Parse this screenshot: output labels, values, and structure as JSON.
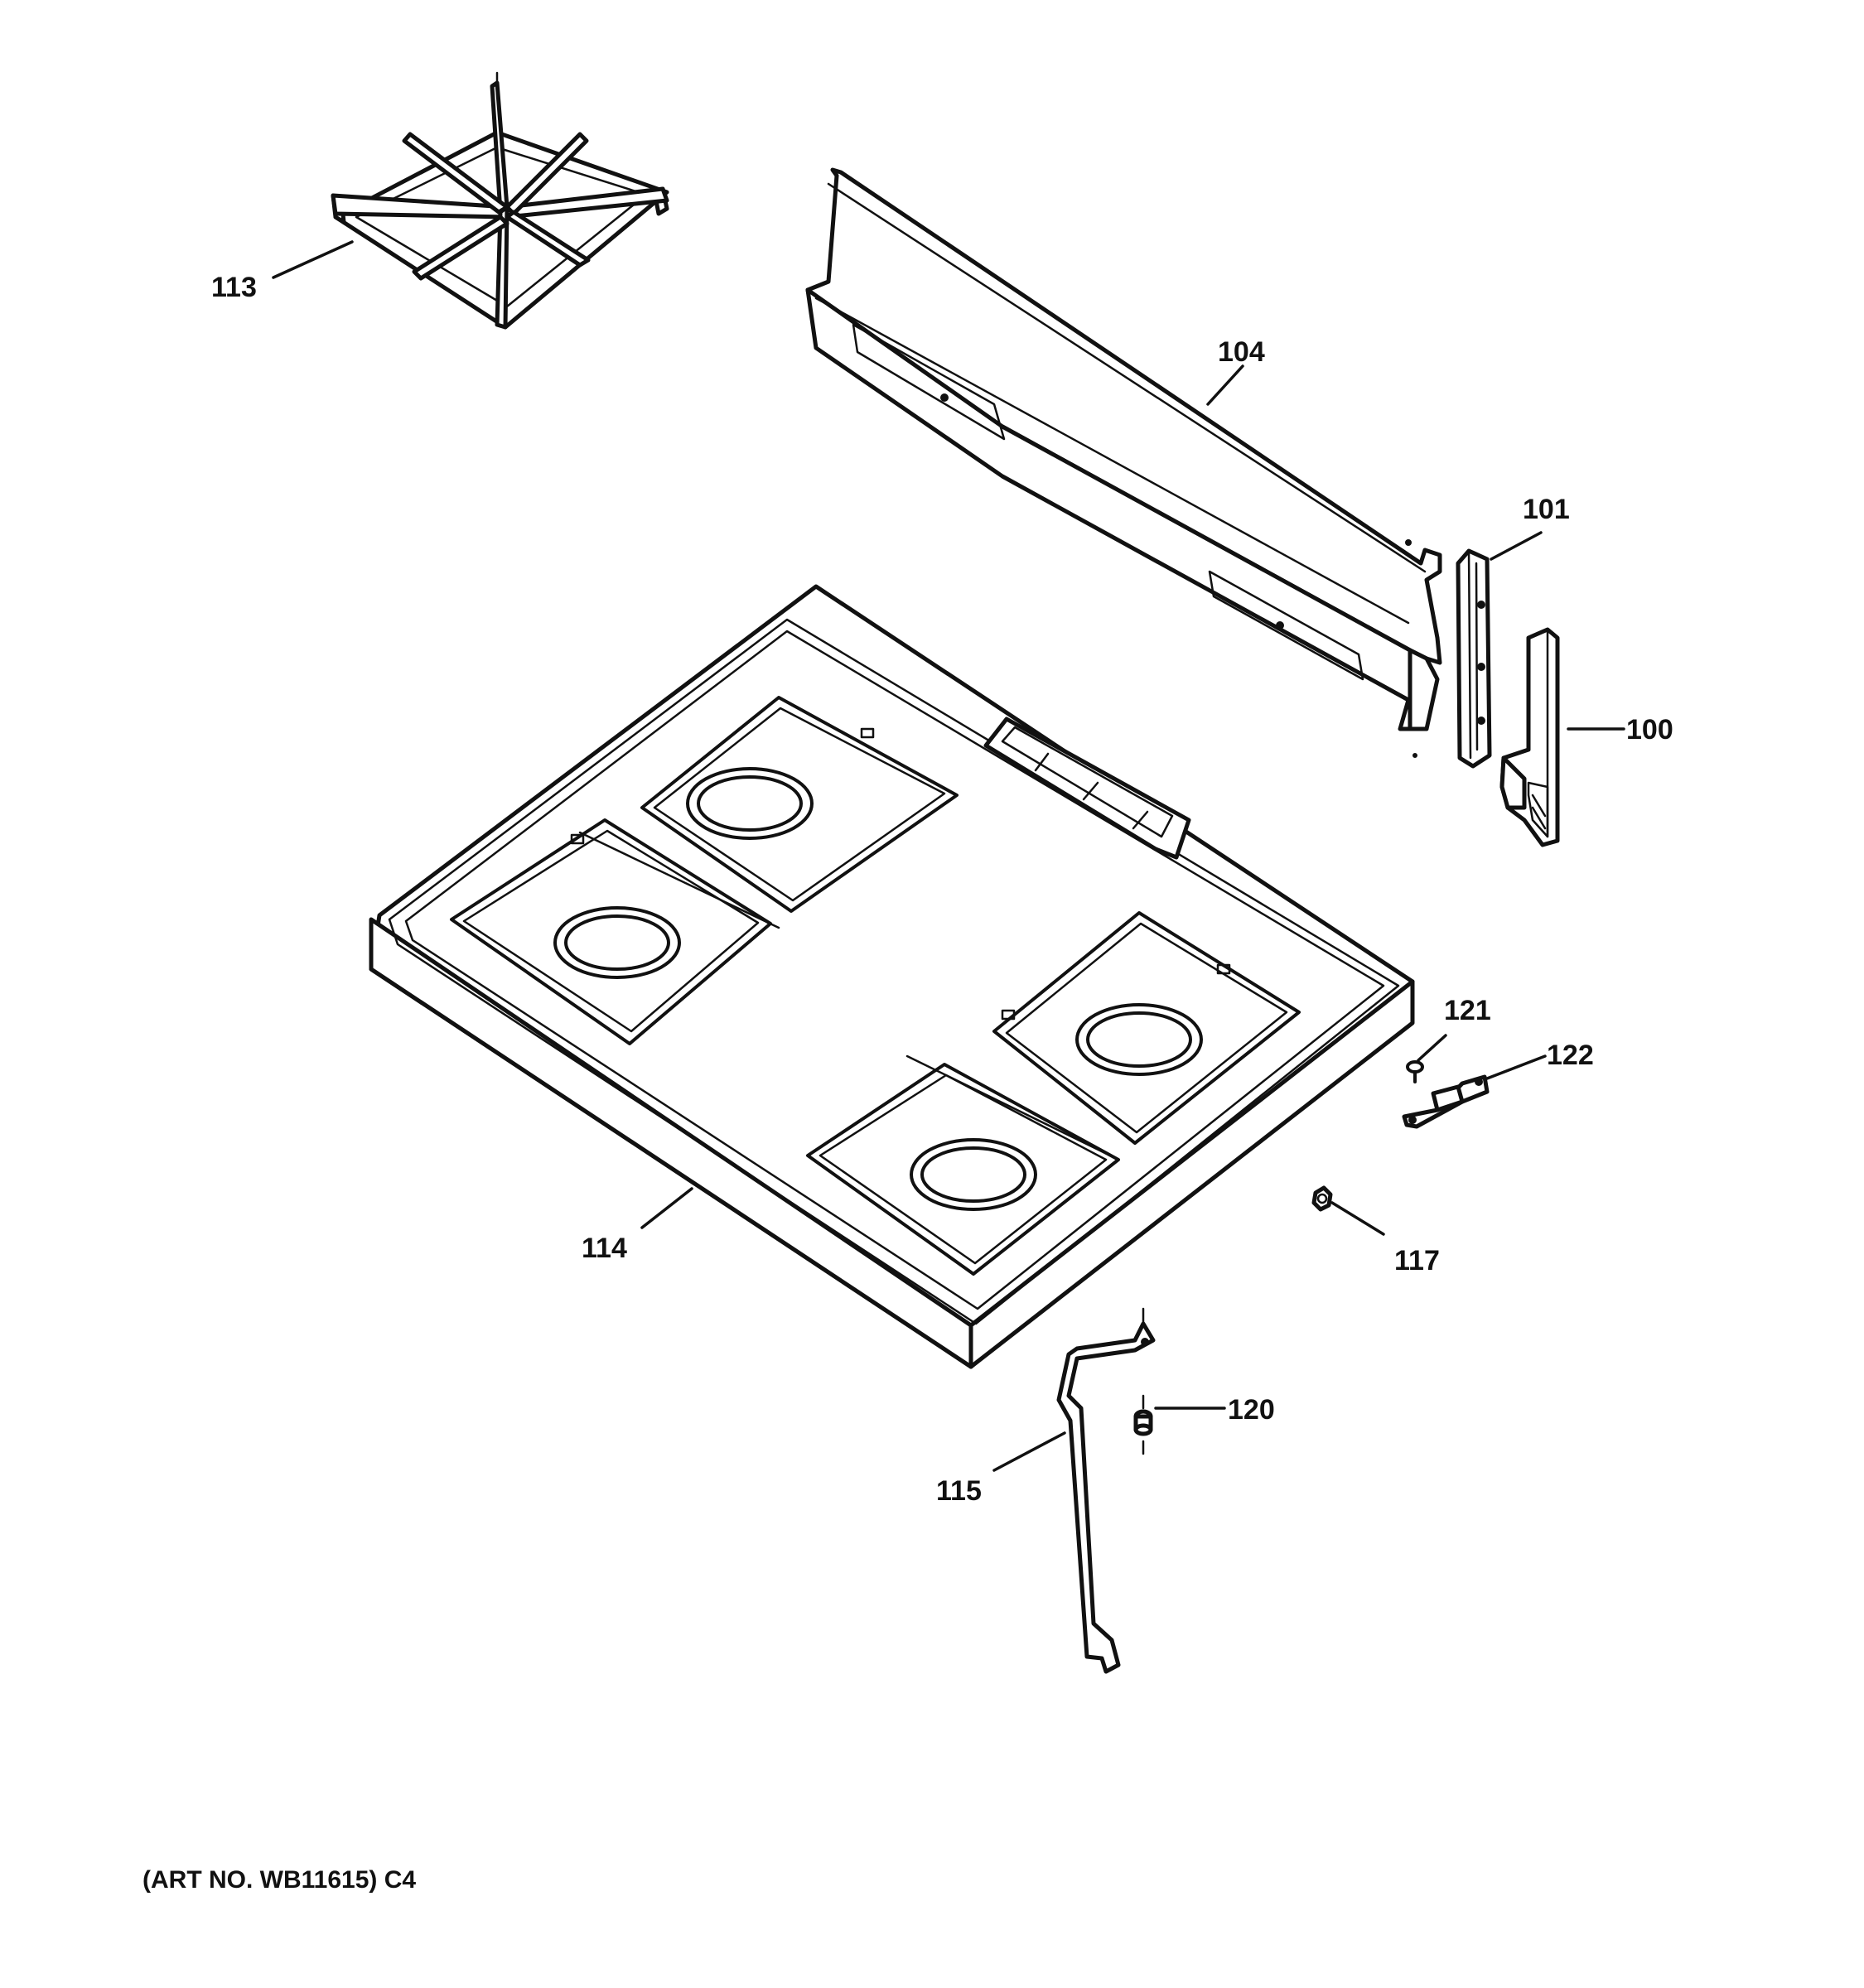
{
  "diagram": {
    "parts": [
      {
        "key": "grate",
        "label": "113"
      },
      {
        "key": "backsplash",
        "label": "104"
      },
      {
        "key": "end_cap_bracket",
        "label": "101"
      },
      {
        "key": "end_cap",
        "label": "100"
      },
      {
        "key": "cooktop",
        "label": "114"
      },
      {
        "key": "screw",
        "label": "121"
      },
      {
        "key": "hinge_bracket",
        "label": "122"
      },
      {
        "key": "nut",
        "label": "117"
      },
      {
        "key": "support_rod",
        "label": "115"
      },
      {
        "key": "bumper",
        "label": "120"
      }
    ],
    "footer": "(ART NO. WB11615) C4"
  }
}
